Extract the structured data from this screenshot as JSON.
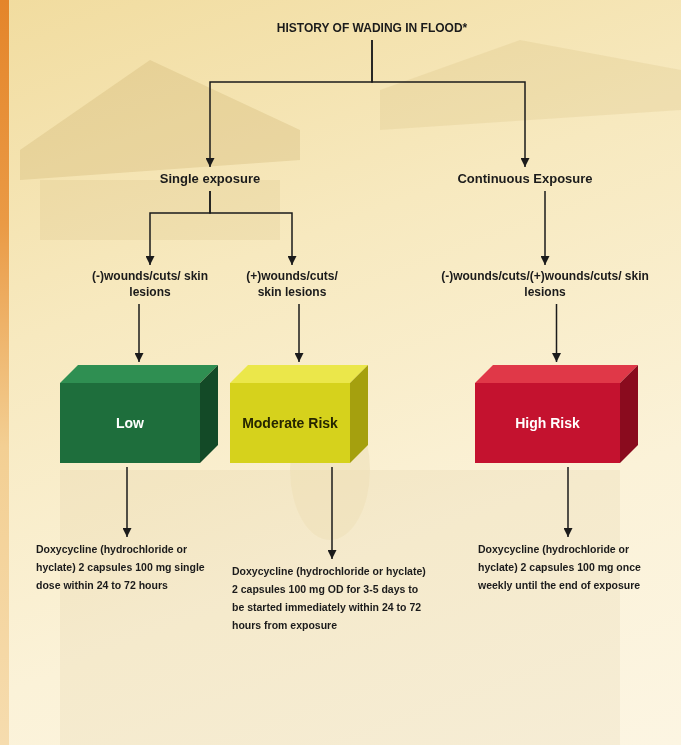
{
  "diagram": {
    "nodes": [
      {
        "text": [
          "HISTORY OF WADING IN FLOOD*"
        ]
      },
      {
        "text": [
          "Single exposure"
        ]
      },
      {
        "text": [
          "Continuous Exposure"
        ]
      },
      {
        "text": [
          "(-)wounds/cuts/ skin lesions"
        ]
      },
      {
        "text": [
          "(+)wounds/cuts/ skin lesions"
        ]
      },
      {
        "text": [
          "(-)wounds/cuts/(+)wounds/cuts/ skin lesions"
        ]
      },
      {
        "text": [
          "Low"
        ]
      },
      {
        "text": [
          "Moderate Risk"
        ]
      },
      {
        "text": [
          "High Risk"
        ]
      },
      {
        "text": [
          "Doxycycline (hydrochloride or hyclate) 2 capsules 100 mg single dose within 24 to 72 hours"
        ]
      },
      {
        "text": [
          "Doxycycline (hydrochloride or hyclate) 2 capsules 100 mg OD for 3-5 days to be started immediately within 24 to 72 hours from exposure"
        ]
      },
      {
        "text": [
          "Doxycycline (hydrochloride or hyclate) 2 capsules 100 mg once weekly until the end of exposure"
        ]
      }
    ],
    "edges": [
      {
        "from": 0,
        "to": 1,
        "arrow": "to"
      },
      {
        "from": 0,
        "to": 2,
        "arrow": "to"
      },
      {
        "from": 1,
        "to": 3,
        "arrow": "to"
      },
      {
        "from": 1,
        "to": 4,
        "arrow": "to"
      },
      {
        "from": 2,
        "to": 5,
        "arrow": "to"
      },
      {
        "from": 3,
        "to": 6,
        "arrow": "to"
      },
      {
        "from": 4,
        "to": 7,
        "arrow": "to"
      },
      {
        "from": 5,
        "to": 8,
        "arrow": "to"
      },
      {
        "from": 6,
        "to": 9,
        "arrow": "to"
      },
      {
        "from": 7,
        "to": 10,
        "arrow": "to"
      },
      {
        "from": 8,
        "to": 11,
        "arrow": "to"
      }
    ]
  }
}
